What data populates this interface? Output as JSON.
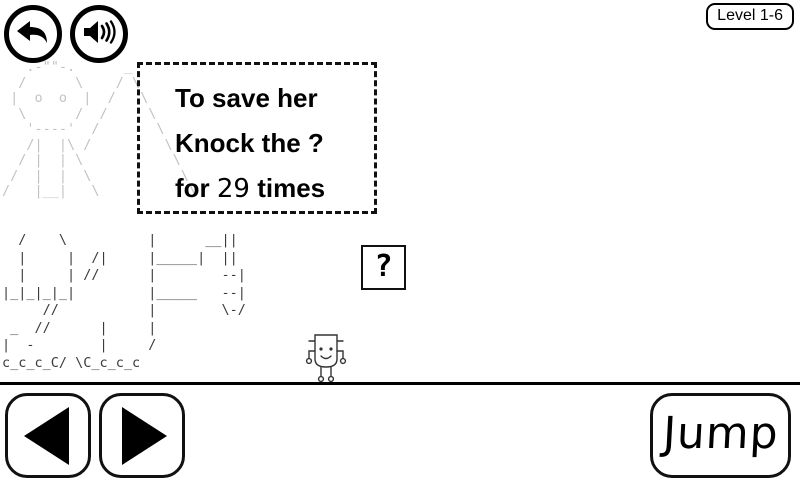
{
  "hud": {
    "level_label": "Level 1-6",
    "back_button": {
      "icon": "back-arrow-icon"
    },
    "sound_button": {
      "icon": "speaker-icon"
    }
  },
  "speech_bubble": {
    "line1": "To save her",
    "line2_prefix": "Knock the ",
    "line2_target": "?",
    "line3_prefix": "for ",
    "line3_count": "29",
    "line3_suffix": " times",
    "full_text": "To save her Knock the ? for 29 times"
  },
  "world": {
    "question_block": {
      "glyph": "?"
    },
    "player": {
      "icon": "player-character-icon"
    },
    "ascii_upper": "   .-\"\"-.      _\n  /      \\    / \\\n |  o  o  |  /   \\\n  \\      /  /     \\\n   '----'  /       \\\n   /|  |\\ /         \\\n  / |  | \\           \\\n /  |  |  \\           \\\n/   |__|   \\           \\",
    "ascii_lower": "  /    \\          |      __||\n  |     |  /|     |_____|  ||\n  |     | //      |        --|\n|_|_|_|_|         |_____   --|\n     //           |        \\-/\n _  //      |     |\n|  -        |     /\nc_c_c_C/ \\C_c_c_c"
  },
  "controls": {
    "left_label": "left-arrow",
    "right_label": "right-arrow",
    "jump_label": "Jump"
  },
  "colors": {
    "background": "#ffffff",
    "ink": "#000000",
    "ascii_faint": "#c2c2c2",
    "ascii_dark": "#3b3b3b"
  }
}
